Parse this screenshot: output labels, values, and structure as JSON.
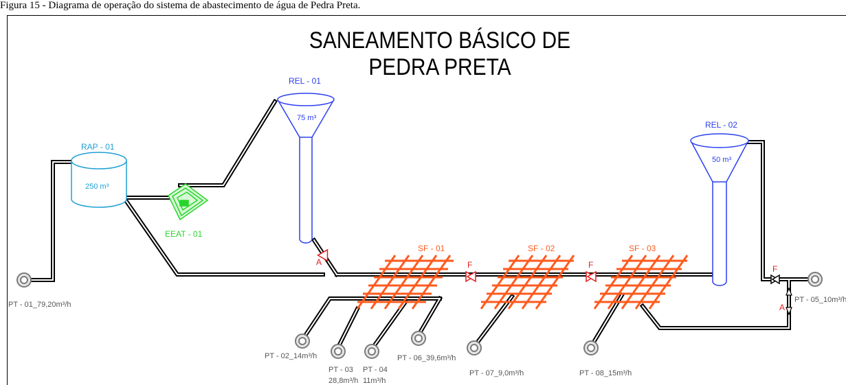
{
  "caption": "Figura 15 - Diagrama de operação do sistema de abastecimento de água de Pedra Preta.",
  "title": "SANEAMENTO BÁSICO DE PEDRA PRETA",
  "reservoirs": {
    "rap01": {
      "label": "RAP - 01",
      "volume": "250 m³"
    },
    "rel01": {
      "label": "REL - 01",
      "volume": "75 m³"
    },
    "rel02": {
      "label": "REL - 02",
      "volume": "50 m³"
    }
  },
  "pump_station": {
    "label": "EEAT - 01"
  },
  "filters": {
    "sf01": "SF - 01",
    "sf02": "SF - 02",
    "sf03": "SF - 03"
  },
  "valves": {
    "a1": "A",
    "f1": "F",
    "f2": "F",
    "f3": "F",
    "a2": "A"
  },
  "wells": {
    "pt01": "PT - 01_79,20m³/h",
    "pt02": "PT - 02_14m³/h",
    "pt03_a": "PT - 03",
    "pt03_b": "28,8m³/h",
    "pt04_a": "PT - 04",
    "pt04_b": "11m³/h",
    "pt05": "PT - 05_10m³/h",
    "pt06": "PT - 06_39,6m³/h",
    "pt07": "PT - 07_9,0m³/h",
    "pt08": "PT - 08_15m³/h"
  },
  "colors": {
    "pipe": "#000000",
    "rap": "#1e9fd6",
    "rel": "#2b3ff0",
    "eeat": "#28d42a",
    "filter": "#ff5a1e",
    "valve": "#e01d1d",
    "well": "#7a7a7a"
  }
}
